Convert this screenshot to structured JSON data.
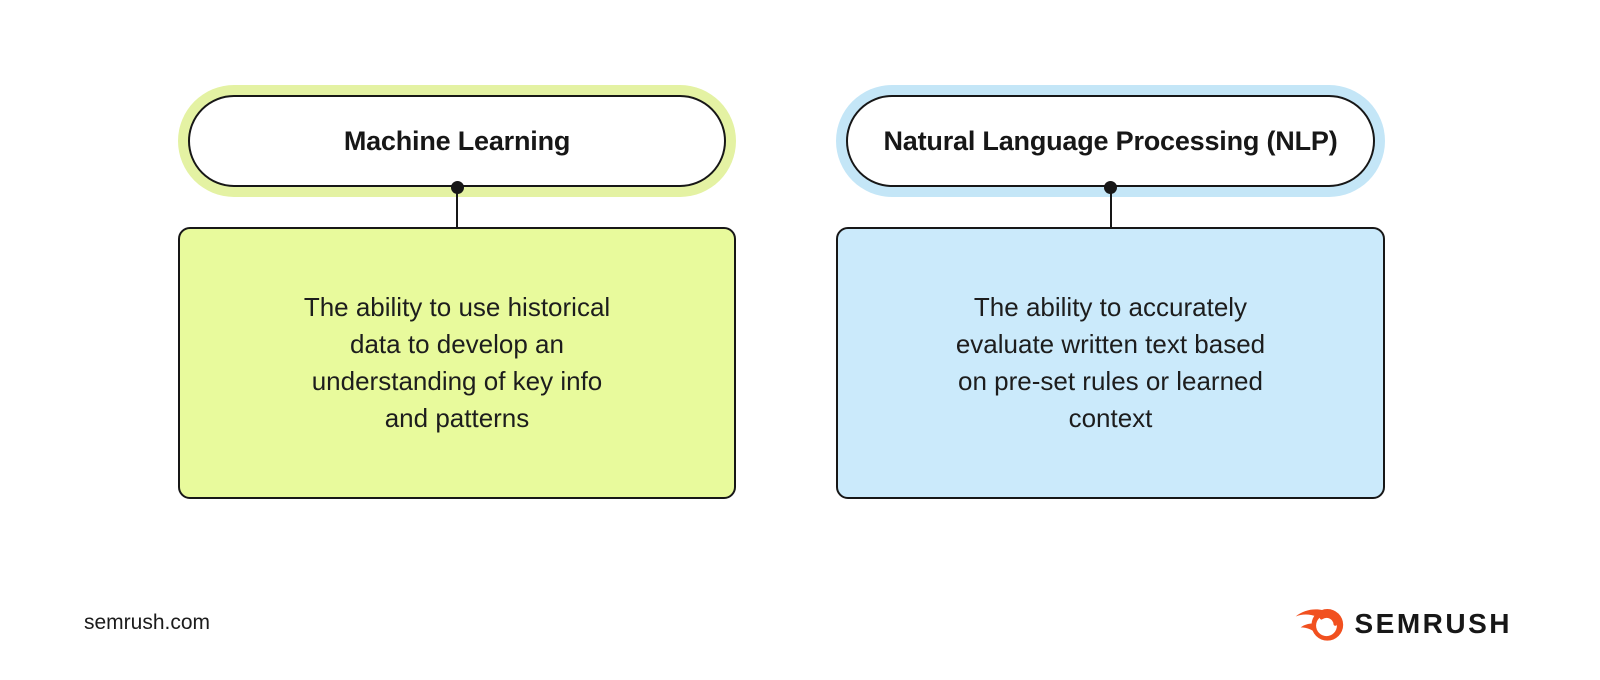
{
  "columns": [
    {
      "title": "Machine Learning",
      "body_lines": [
        "The ability to use historical",
        "data to develop an",
        "understanding of key info",
        "and patterns"
      ],
      "ring_color": "#e4f2a3",
      "fill_color": "#e8fa9c"
    },
    {
      "title": "Natural Language Processing (NLP)",
      "body_lines": [
        "The ability to accurately",
        "evaluate written text based",
        "on pre-set rules or learned",
        "context"
      ],
      "ring_color": "#c4e6f7",
      "fill_color": "#cbeafb"
    }
  ],
  "footer": {
    "domain": "semrush.com",
    "brand": "SEMRUSH",
    "brand_color": "#f1501f"
  }
}
